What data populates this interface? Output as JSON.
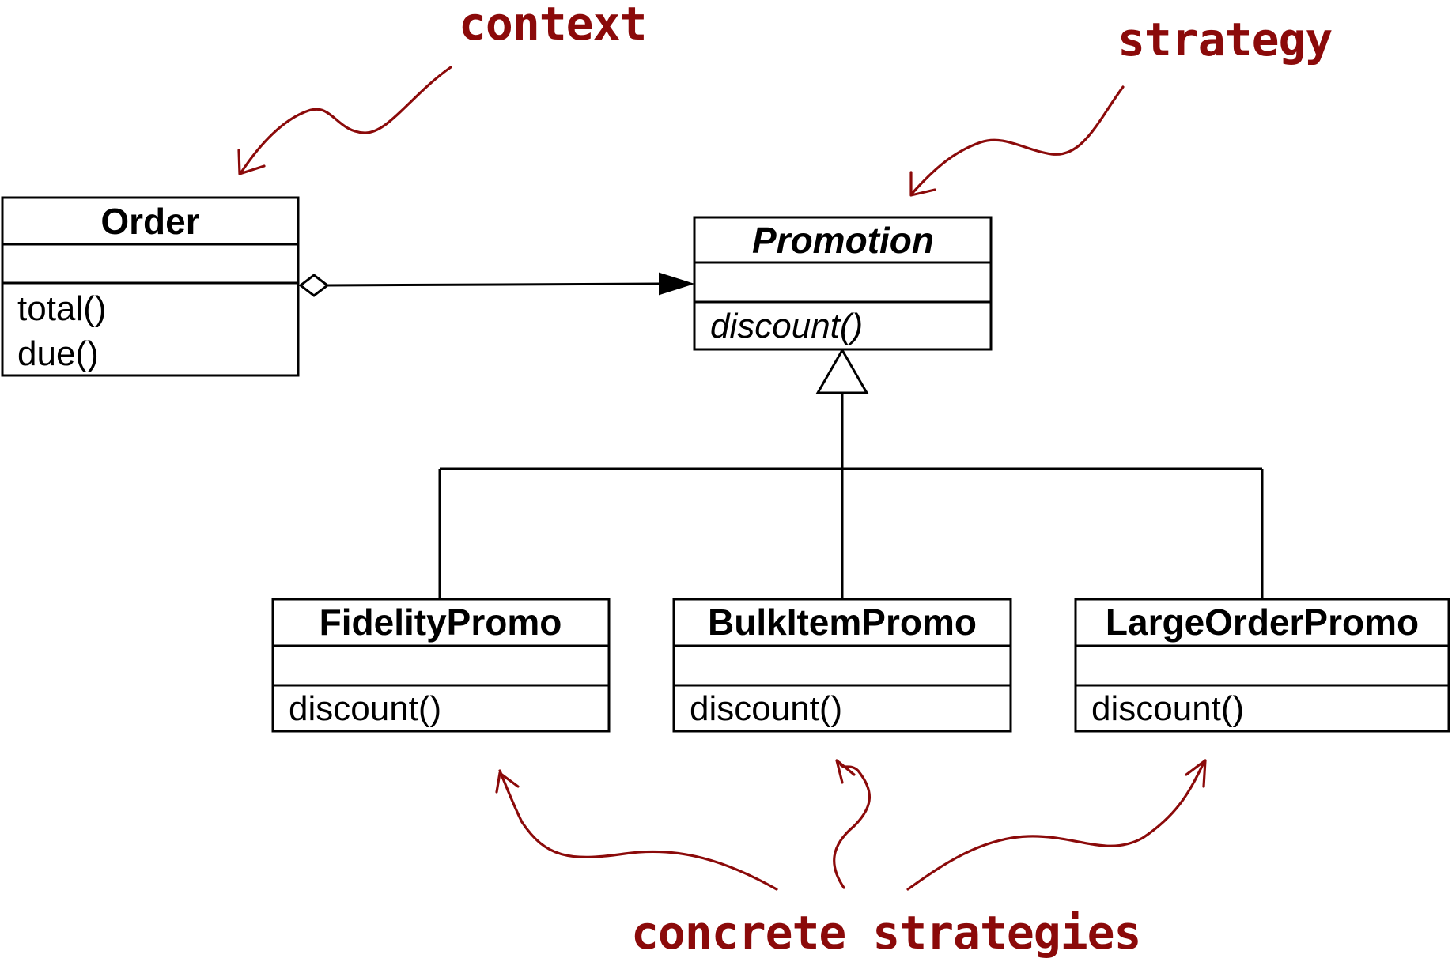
{
  "colors": {
    "annotation": "#8b0a0a",
    "line": "#000000",
    "background": "#ffffff"
  },
  "annotations": {
    "context": "context",
    "strategy": "strategy",
    "concrete_strategies": "concrete strategies"
  },
  "classes": {
    "order": {
      "name": "Order",
      "methods": [
        "total()",
        "due()"
      ]
    },
    "promotion": {
      "name": "Promotion",
      "abstract": true,
      "methods": [
        "discount()"
      ]
    },
    "fidelity": {
      "name": "FidelityPromo",
      "methods": [
        "discount()"
      ]
    },
    "bulk": {
      "name": "BulkItemPromo",
      "methods": [
        "discount()"
      ]
    },
    "large": {
      "name": "LargeOrderPromo",
      "methods": [
        "discount()"
      ]
    }
  },
  "relations": [
    {
      "type": "aggregation",
      "from": "Order",
      "to": "Promotion"
    },
    {
      "type": "generalization",
      "from": "FidelityPromo",
      "to": "Promotion"
    },
    {
      "type": "generalization",
      "from": "BulkItemPromo",
      "to": "Promotion"
    },
    {
      "type": "generalization",
      "from": "LargeOrderPromo",
      "to": "Promotion"
    }
  ]
}
